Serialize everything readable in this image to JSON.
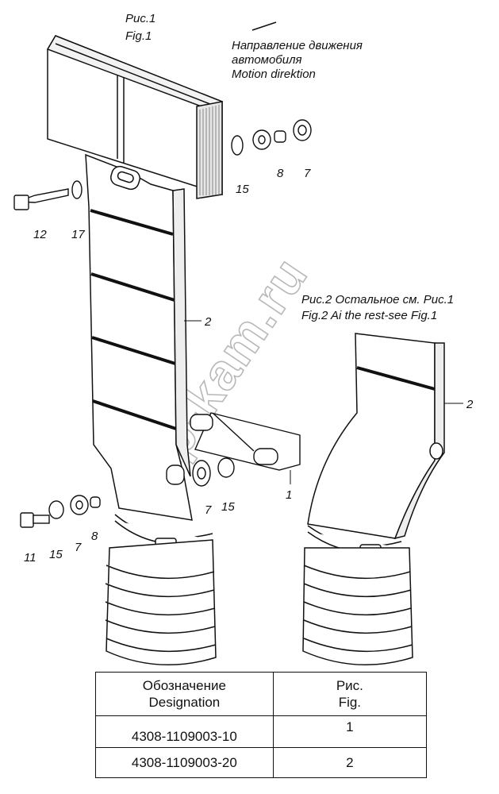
{
  "figure1": {
    "caption_ru": "Рис.1",
    "caption_en": "Fig.1",
    "direction_ru_1": "Направление движения",
    "direction_ru_2": "автомобиля",
    "direction_en": "Motion direktion"
  },
  "figure2": {
    "caption_line1": "Рис.2 Остальное см. Рис.1",
    "caption_line2": "Fig.2 Ai the rest-see Fig.1"
  },
  "callouts": {
    "p15_top": "15",
    "p8_top": "8",
    "p7_top": "7",
    "p12": "12",
    "p17": "17",
    "p2_fig1": "2",
    "p2_fig2": "2",
    "p7_mid": "7",
    "p15_mid": "15",
    "p1": "1",
    "p11": "11",
    "p15_low": "15",
    "p7_low": "7",
    "p8_low": "8"
  },
  "watermark": "zap-kam.ru",
  "table": {
    "header_col1_line1": "Обозначение",
    "header_col1_line2": "Designation",
    "header_col2_line1": "Рис.",
    "header_col2_line2": "Fig.",
    "rows": [
      {
        "designation": "4308-1109003-10",
        "fig": "1"
      },
      {
        "designation": "4308-1109003-20",
        "fig": "2"
      }
    ]
  }
}
